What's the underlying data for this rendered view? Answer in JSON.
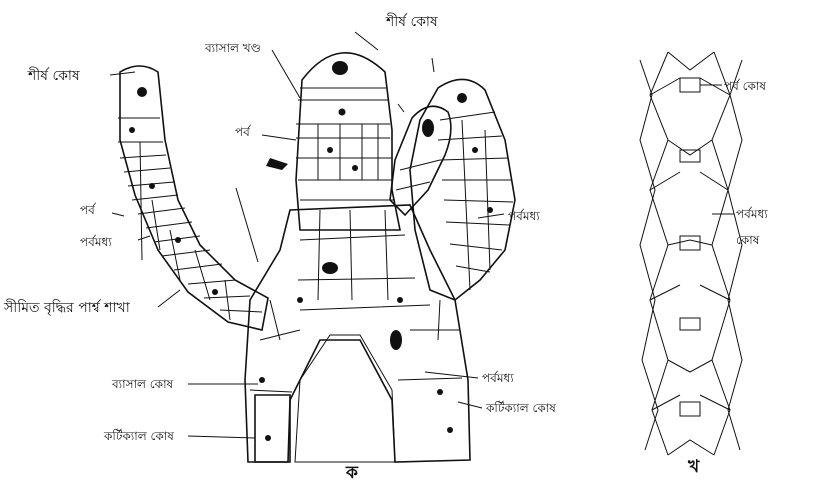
{
  "figure_a": {
    "caption": "ক",
    "labels": {
      "apical_cell_top": "শীর্ষ কোষ",
      "apical_cell_left": "শীর্ষ কোষ",
      "basal_segment": "ব্যাসাল খণ্ড",
      "node_top": "পর্ব",
      "node_left": "পর্ব",
      "internode_left": "পর্বমধ্য",
      "internode_right": "পর্বমধ্য",
      "lateral_branch": "সীমিত বৃদ্ধির পার্শ্ব শাখা",
      "basal_cell": "ব্যাসাল কোষ",
      "cortical_cell_left": "কর্টিক্যাল কোষ",
      "internode_lower": "পর্বমধ্য",
      "cortical_cell_right": "কর্টিক্যাল কোষ"
    }
  },
  "figure_b": {
    "caption": "খ",
    "labels": {
      "node_cell": "পর্ব কোষ",
      "internode_cell_line1": "পর্বমধ্য",
      "internode_cell_line2": "কোষ"
    }
  }
}
